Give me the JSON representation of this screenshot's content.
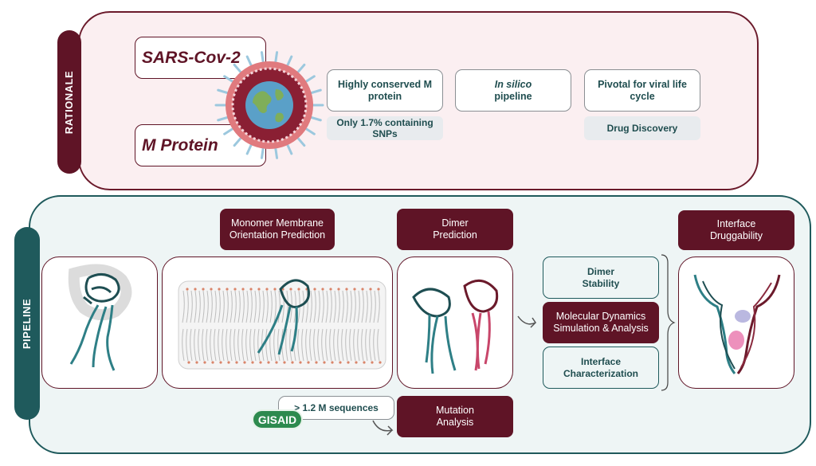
{
  "rationale": {
    "tab_label": "RATIONALE",
    "virus_label": "SARS-Cov-2",
    "protein_label": "M Protein",
    "box1": "Highly conserved M protein",
    "box1_note": "Only 1.7% containing SNPs",
    "box2_italic": "In silico",
    "box2_rest": "pipeline",
    "box3": "Pivotal for viral life cycle",
    "box3_note": "Drug Discovery"
  },
  "pipeline": {
    "tab_label": "PIPELINE",
    "monomer_title": "Monomer Membrane Orientation Prediction",
    "dimer_title": "Dimer Prediction",
    "interface_title": "Interface Druggability",
    "stability": "Dimer Stability",
    "md": "Molecular Dynamics Simulation & Analysis",
    "characterization": "Interface Characterization",
    "sequences": "> 1.2 M sequences",
    "gisaid_logo": "GISAID",
    "mutation": "Mutation Analysis"
  },
  "colors": {
    "maroon": "#5f1426",
    "teal": "#1f5a5c",
    "pink": "#c8466a",
    "membrane": "#bdbdbd"
  }
}
